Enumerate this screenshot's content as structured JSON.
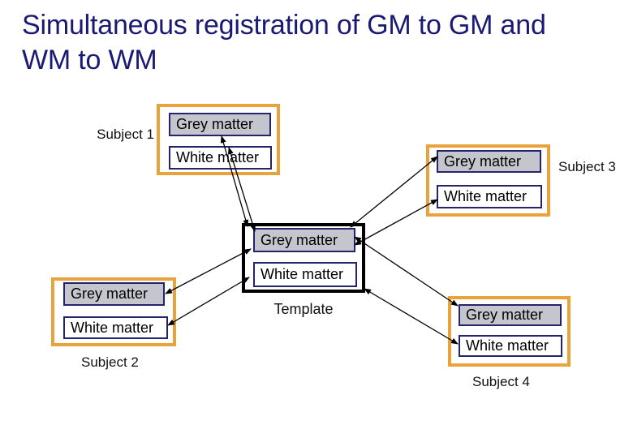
{
  "title": {
    "line1": "Simultaneous registration of GM to GM and",
    "line2": "WM to WM"
  },
  "template": {
    "caption": "Template",
    "gm_label": "Grey matter",
    "wm_label": "White matter"
  },
  "subjects": [
    {
      "label": "Subject 1",
      "gm_label": "Grey matter",
      "wm_label": "White matter"
    },
    {
      "label": "Subject 2",
      "gm_label": "Grey matter",
      "wm_label": "White matter"
    },
    {
      "label": "Subject 3",
      "gm_label": "Grey matter",
      "wm_label": "White matter"
    },
    {
      "label": "Subject 4",
      "gm_label": "Grey matter",
      "wm_label": "White matter"
    }
  ],
  "colors": {
    "title_text": "#1A1A75",
    "subject_frame": "#E8A33C",
    "template_frame": "#000000",
    "box_border": "#24246A",
    "grey_matter_fill": "#C5C5CD",
    "white_matter_fill": "#FFFFFF",
    "arrow": "#000000",
    "background": "#FFFFFF"
  }
}
